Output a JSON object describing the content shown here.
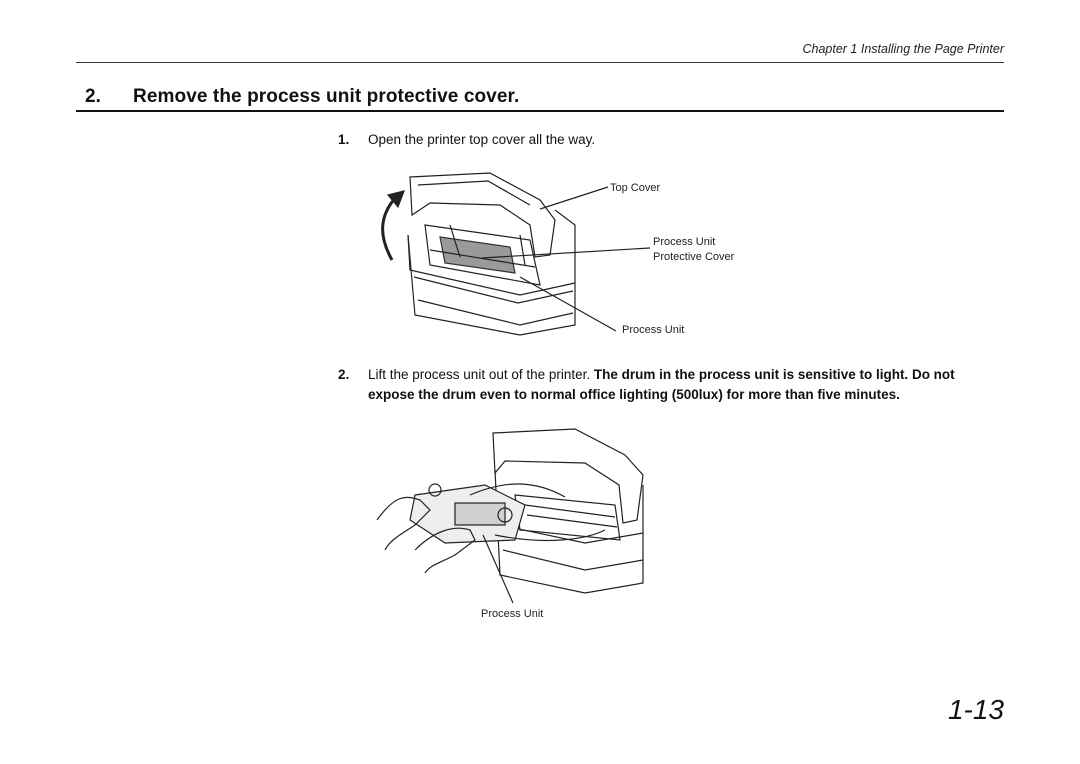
{
  "header": {
    "chapter_title": "Chapter 1  Installing the Page Printer"
  },
  "section": {
    "number": "2.",
    "title": "Remove the process unit protective cover."
  },
  "steps": [
    {
      "number": "1.",
      "text": "Open the printer top cover all the way."
    },
    {
      "number": "2.",
      "text_plain": "Lift the process unit out of the printer. ",
      "text_bold": "The drum in the process unit is sensitive to light. Do not expose the drum even to normal office lighting (500lux) for more than five minutes."
    }
  ],
  "figure1": {
    "labels": {
      "top_cover": "Top Cover",
      "protective_cover_line1": "Process Unit",
      "protective_cover_line2": "Protective Cover",
      "process_unit": "Process Unit"
    }
  },
  "figure2": {
    "labels": {
      "process_unit": "Process Unit"
    }
  },
  "page_number": "1-13"
}
